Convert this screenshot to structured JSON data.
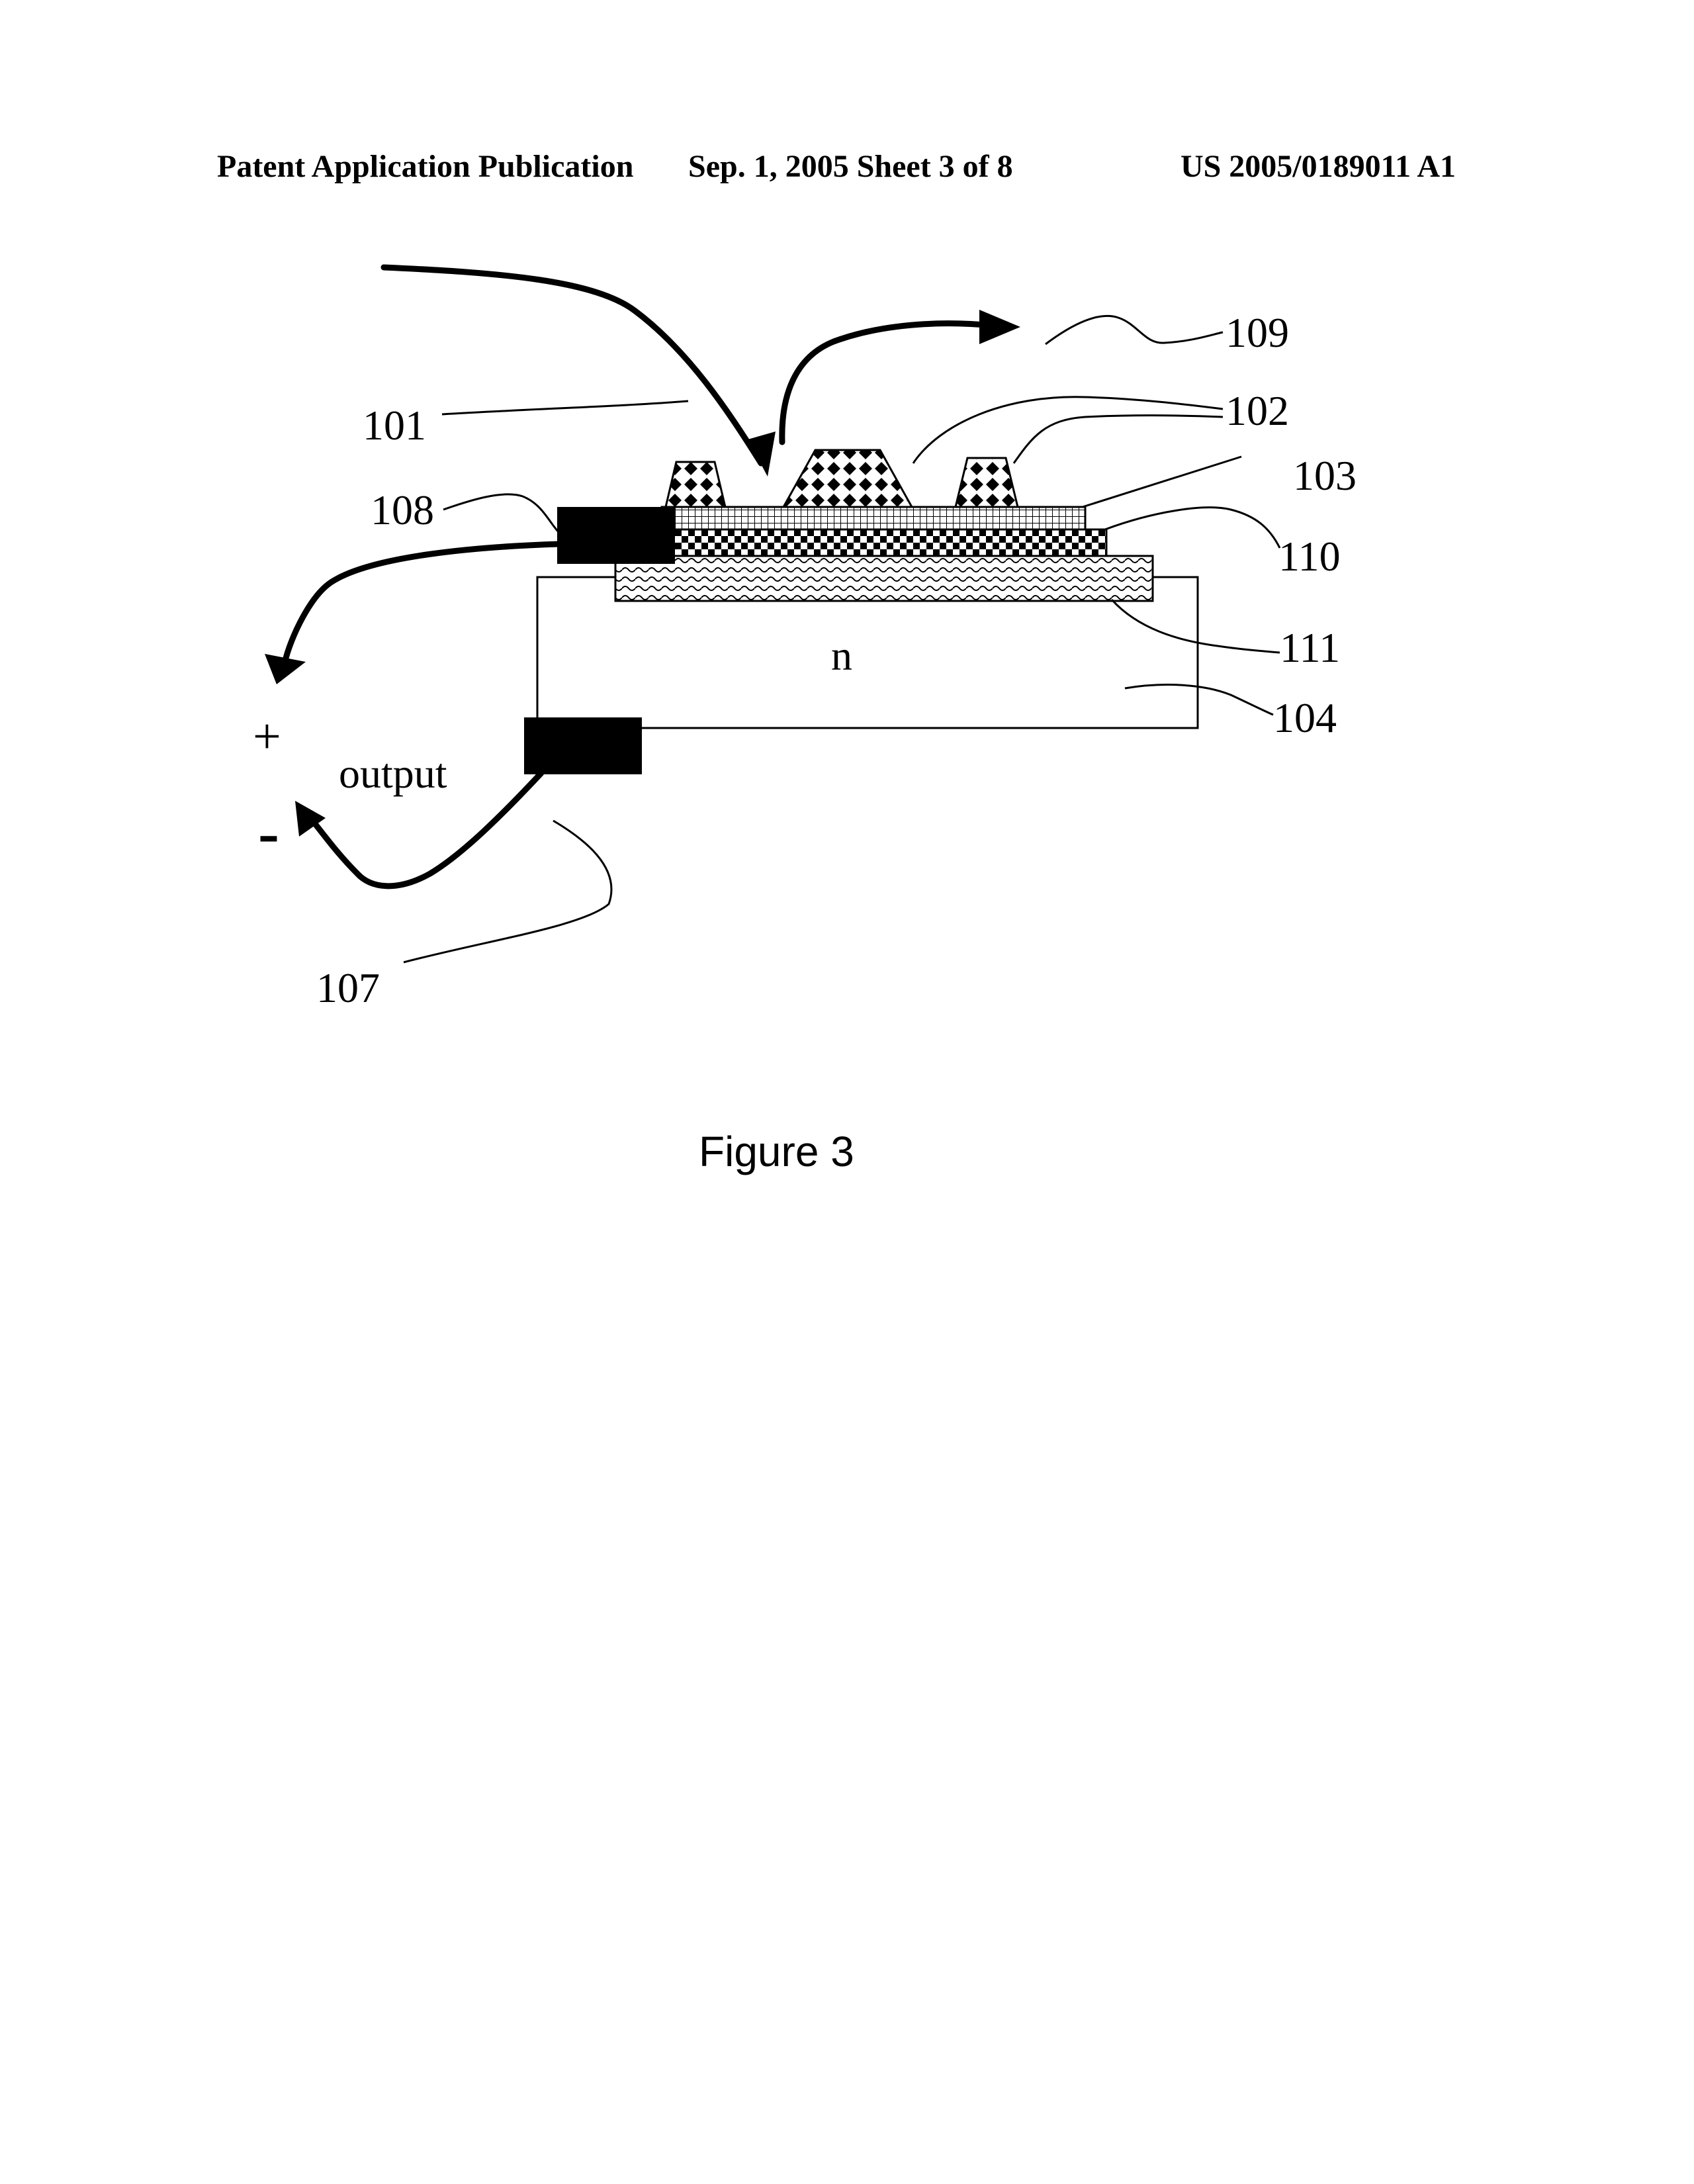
{
  "header": {
    "publication": "Patent Application Publication",
    "date_sheet": "Sep. 1, 2005   Sheet 3 of 8",
    "patent_number": "US 2005/0189011 A1"
  },
  "diagram": {
    "labels": {
      "r101": "101",
      "r102": "102",
      "r103": "103",
      "r104": "104",
      "r107": "107",
      "r108": "108",
      "r109": "109",
      "r110": "110",
      "r111": "111",
      "n_region": "n",
      "output": "output",
      "plus": "+",
      "minus": "-"
    },
    "caption": "Figure 3"
  }
}
